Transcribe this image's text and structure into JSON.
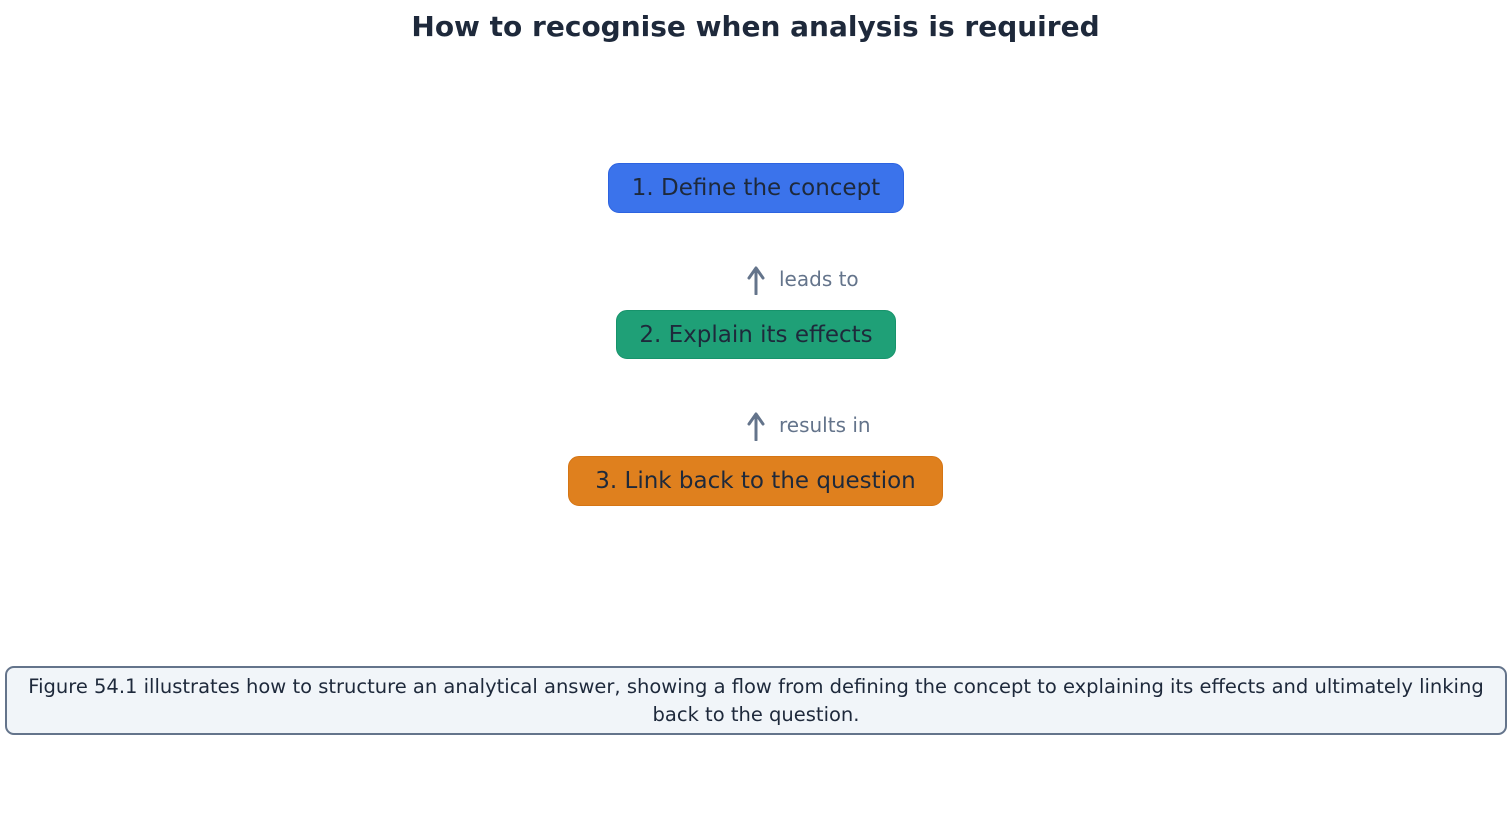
{
  "title": "How to recognise when analysis is required",
  "nodes": [
    {
      "label": "1. Define the concept",
      "color": "#3b73eb"
    },
    {
      "label": "2. Explain its effects",
      "color": "#1fa077"
    },
    {
      "label": "3. Link back to the question",
      "color": "#df801e"
    }
  ],
  "edges": [
    {
      "from": "2. Explain its effects",
      "to": "1. Define the concept",
      "label": "leads to",
      "icon": "arrow-up-icon"
    },
    {
      "from": "3. Link back to the question",
      "to": "2. Explain its effects",
      "label": "results in",
      "icon": "arrow-up-icon"
    }
  ],
  "caption": "Figure 54.1 illustrates how to structure an analytical answer, showing a flow from defining the concept to explaining its effects and ultimately linking back to the question.",
  "colors": {
    "text": "#1e293b",
    "edge": "#64748b",
    "caption_bg": "#f1f5f9",
    "caption_border": "#64748b"
  }
}
